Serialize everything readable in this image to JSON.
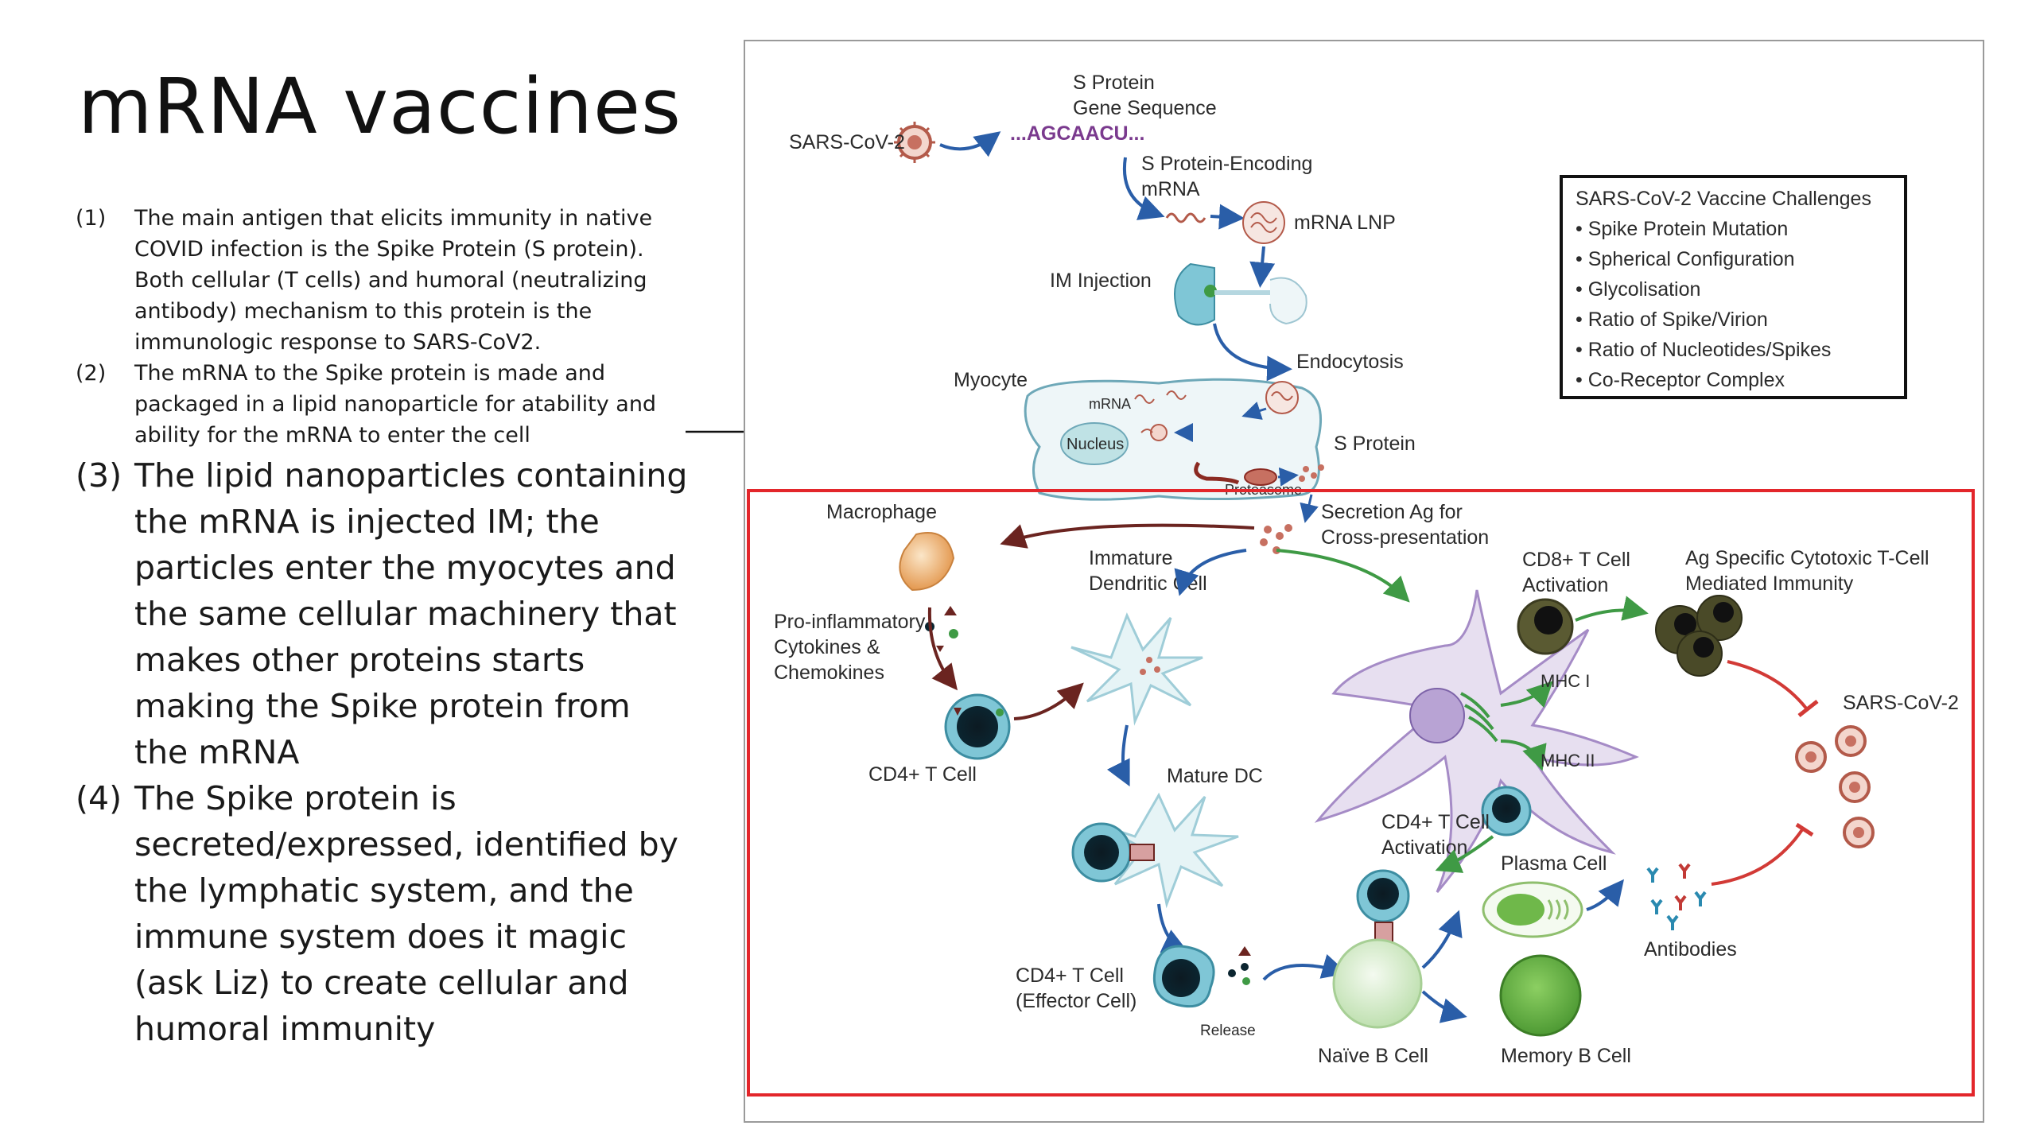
{
  "slide": {
    "title": "mRNA vaccines",
    "notes": [
      {
        "num": "(1)",
        "text": "The main antigen that elicits immunity in native COVID infection is the Spike Protein (S protein). Both cellular (T cells) and humoral (neutralizing antibody) mechanism to this protein is the immunologic response to SARS-CoV2."
      },
      {
        "num": "(2)",
        "text": "The mRNA to the Spike protein is made and packaged in a lipid nanoparticle for atability and ability for the mRNA to enter the cell"
      },
      {
        "num": "(3)",
        "text": "The lipid nanoparticles containing the mRNA is injected IM; the particles enter the myocytes and the same cellular machinery that makes other proteins starts making the Spike protein from the mRNA"
      },
      {
        "num": "(4)",
        "text": "The Spike protein is secreted/expressed, identified by the lymphatic system, and the immune system does it magic (ask Liz) to create cellular and humoral immunity"
      }
    ]
  },
  "diagram": {
    "virus_top": "SARS-CoV-2",
    "s_protein_gene_1": "S Protein",
    "s_protein_gene_2": "Gene Sequence",
    "sequence": "...AGCAACU...",
    "encoding_mrna_1": "S Protein-Encoding",
    "encoding_mrna_2": "mRNA",
    "mrna_lnp": "mRNA LNP",
    "im_injection": "IM Injection",
    "endocytosis": "Endocytosis",
    "myocyte": "Myocyte",
    "mrna_small": "mRNA",
    "nucleus": "Nucleus",
    "s_protein": "S Protein",
    "proteasome": "Proteasome",
    "secretion_1": "Secretion Ag for",
    "secretion_2": "Cross-presentation",
    "macrophage": "Macrophage",
    "immature_dc_1": "Immature",
    "immature_dc_2": "Dendritic Cell",
    "pro_inflam_1": "Pro-inflammatory",
    "pro_inflam_2": "Cytokines &",
    "pro_inflam_3": "Chemokines",
    "cd4_t_cell": "CD4+ T Cell",
    "mature_dc": "Mature DC",
    "cd4_effector_1": "CD4+ T Cell",
    "cd4_effector_2": "(Effector Cell)",
    "release": "Release",
    "cd8_activation_1": "CD8+ T Cell",
    "cd8_activation_2": "Activation",
    "ag_specific_1": "Ag Specific Cytotoxic T-Cell",
    "ag_specific_2": "Mediated Immunity",
    "mhc1": "MHC I",
    "mhc2": "MHC II",
    "cd4_activation_1": "CD4+ T Cell",
    "cd4_activation_2": "Activation",
    "plasma_cell": "Plasma Cell",
    "antibodies": "Antibodies",
    "naive_b": "Naïve B Cell",
    "memory_b": "Memory B Cell",
    "virus_right": "SARS-CoV-2",
    "challenges": {
      "title": "SARS-CoV-2 Vaccine Challenges",
      "items": [
        "• Spike Protein Mutation",
        "• Spherical Configuration",
        "• Glycolisation",
        "• Ratio of Spike/Virion",
        "• Ratio of Nucleotides/Spikes",
        "• Co-Receptor Complex"
      ]
    }
  },
  "colors": {
    "highlight_box": "#e3262b",
    "arrow_blue": "#2a5ea8",
    "arrow_green": "#3f9a45",
    "arrow_dark_red": "#6b2420",
    "arrow_red": "#d23a36",
    "sequence_purple": "#7a3a8e"
  }
}
